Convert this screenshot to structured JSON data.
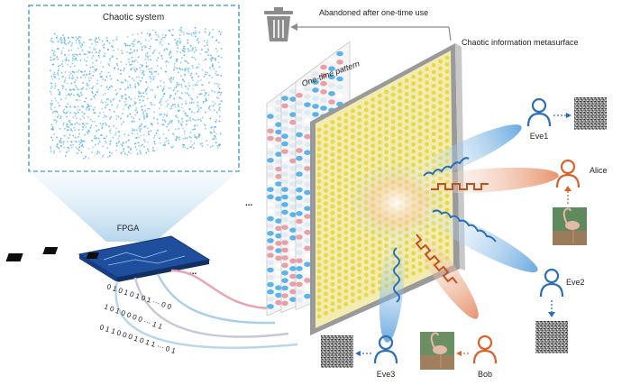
{
  "chaotic_system": {
    "title": "Chaotic system"
  },
  "fpga": {
    "label": "FPGA"
  },
  "trash": {
    "label": "Abandoned after one-time use"
  },
  "pattern": {
    "label": "One-time pattern"
  },
  "metasurface": {
    "label": "Chaotic information metasurface"
  },
  "ellipsis": "...",
  "bitstreams": [
    "0 1 0 1 0 1 0 1 ··· 0 0",
    "1 0 1 0 0 0 0 ··· 1 1",
    "0 1 1 0 0 0 1 0 1 1 ··· 0 1"
  ],
  "users": {
    "eve1": "Eve1",
    "alice": "Alice",
    "eve2": "Eve2",
    "eve3": "Eve3",
    "bob": "Bob"
  },
  "colors": {
    "blue": "#3a8fd6",
    "orange": "#d9622b",
    "yellow": "#e8d84a",
    "pink": "#e8a0a8",
    "chaos_dots": "#5ab4e8"
  }
}
